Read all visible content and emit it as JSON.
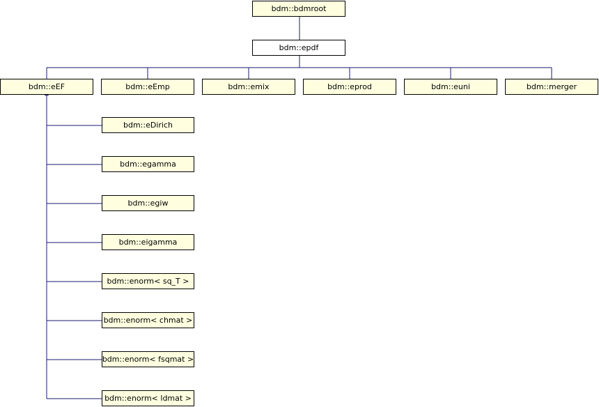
{
  "diagram": {
    "nodes": {
      "bdmroot": "bdm::bdmroot",
      "epdf": "bdm::epdf",
      "eEF": "bdm::eEF",
      "eEmp": "bdm::eEmp",
      "emix": "bdm::emix",
      "eprod": "bdm::eprod",
      "euni": "bdm::euni",
      "merger": "bdm::merger",
      "eDirich": "bdm::eDirich",
      "egamma": "bdm::egamma",
      "egiw": "bdm::egiw",
      "eigamma": "bdm::eigamma",
      "enorm_sq_T": "bdm::enorm< sq_T >",
      "enorm_chmat": "bdm::enorm< chmat >",
      "enorm_fsqmat": "bdm::enorm< fsqmat >",
      "enorm_ldmat": "bdm::enorm< ldmat >"
    },
    "colors": {
      "node_fill": "#ffffe0",
      "current_fill": "#ffffff",
      "edge": "#191970"
    }
  }
}
